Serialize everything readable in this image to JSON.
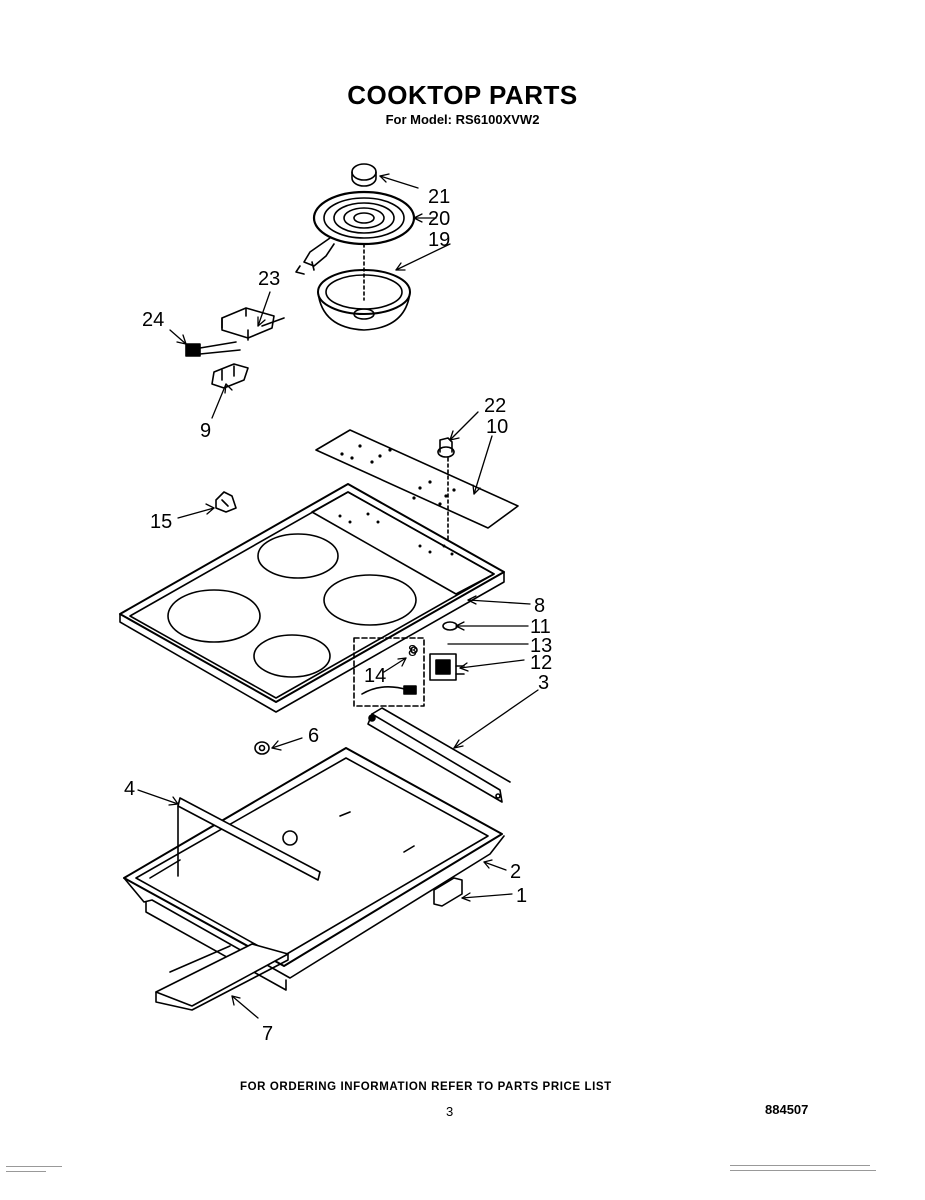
{
  "header": {
    "title": "COOKTOP PARTS",
    "subtitle": "For Model: RS6100XVW2"
  },
  "callouts": {
    "c21": "21",
    "c20": "20",
    "c19": "19",
    "c23": "23",
    "c24": "24",
    "c9": "9",
    "c22": "22",
    "c10": "10",
    "c15": "15",
    "c8a": "8",
    "c11": "11",
    "c13": "13",
    "c8b": "8",
    "c14": "14",
    "c12": "12",
    "c3": "3",
    "c6": "6",
    "c4": "4",
    "c2": "2",
    "c1": "1",
    "c7": "7"
  },
  "footer": {
    "ordering_note": "FOR ORDERING INFORMATION REFER TO PARTS PRICE LIST",
    "page_number": "3",
    "doc_number": "884507"
  }
}
